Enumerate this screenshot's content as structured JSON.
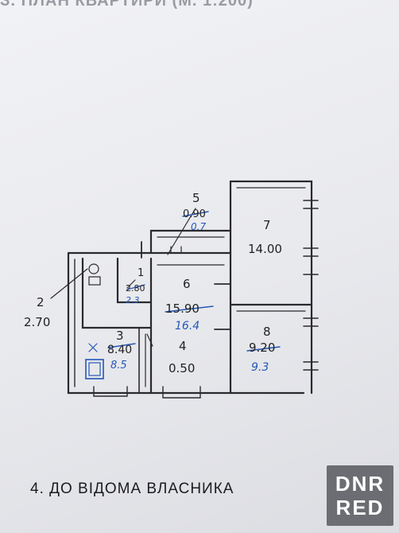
{
  "header": {
    "title": "З. ПЛАН КВАРТИРИ (М. 1:200)"
  },
  "rooms": [
    {
      "number": "1",
      "area": "2.80",
      "corrected": "2.3"
    },
    {
      "number": "2",
      "area": "2.70",
      "corrected": ""
    },
    {
      "number": "3",
      "area": "8.40",
      "corrected": "8.5"
    },
    {
      "number": "4",
      "area": "0.50",
      "corrected": ""
    },
    {
      "number": "5",
      "area": "0.90",
      "corrected": "0.7"
    },
    {
      "number": "6",
      "area": "15.90",
      "corrected": "16.4"
    },
    {
      "number": "7",
      "area": "14.00",
      "corrected": ""
    },
    {
      "number": "8",
      "area": "9.20",
      "corrected": "9.3"
    }
  ],
  "footer": {
    "text": "4. ДО ВІДОМА ВЛАСНИКА"
  },
  "watermark": {
    "line1": "DNR",
    "line2": "RED"
  }
}
